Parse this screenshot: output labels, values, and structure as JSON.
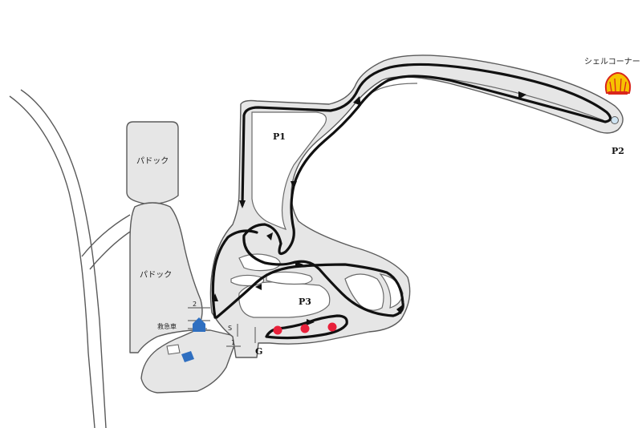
{
  "labels": {
    "shell_corner": "シェルコーナー",
    "p1": "P1",
    "p2": "P2",
    "p3": "P3",
    "paddock_upper": "パドック",
    "paddock_lower": "パドック",
    "medical": "救急車",
    "start": "S",
    "goal": "G",
    "marker_2": "2",
    "marker_1": "1"
  },
  "colors": {
    "route": "#111111",
    "dots": "#e8203a",
    "buildings": "#2f6fc0",
    "shell_logo": "#f7c200",
    "shell_logo_outline": "#d9261c"
  },
  "icons": [
    "shell-logo-icon",
    "building-icon",
    "direction-arrow-icon"
  ]
}
